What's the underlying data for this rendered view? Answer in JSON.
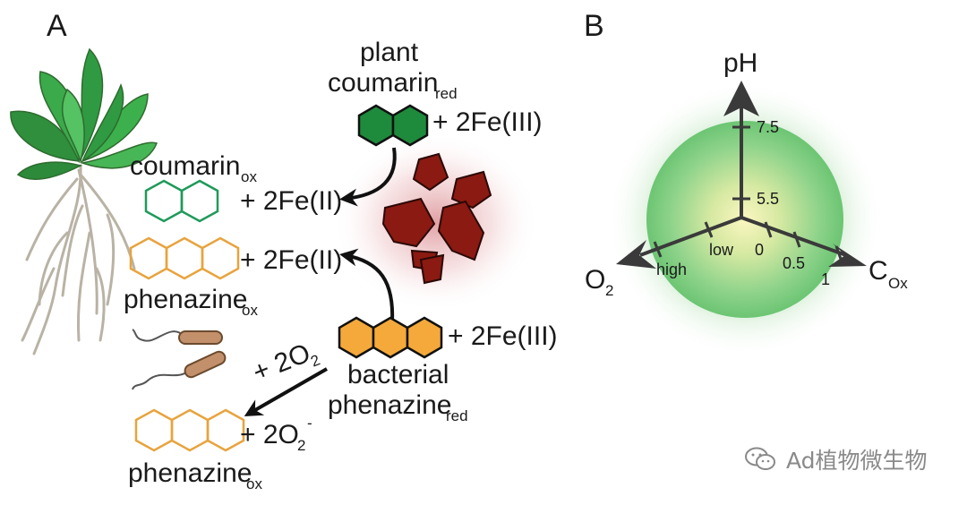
{
  "panel_a": {
    "label": "A",
    "plant_coumarin_line1": "plant",
    "plant_coumarin_base": "coumarin",
    "plant_coumarin_sub": "red",
    "fe3_top": "+ 2Fe(III)",
    "coumarin_ox_base": "coumarin",
    "coumarin_ox_sub": "ox",
    "fe2_top": "+ 2Fe(II)",
    "fe2_mid": "+ 2Fe(II)",
    "phenazine_ox_mid_base": "phenazine",
    "phenazine_ox_mid_sub": "ox",
    "bacterial_line1": "bacterial",
    "bacterial_base": "phenazine",
    "bacterial_sub": "red",
    "fe3_bottom": "+ 2Fe(III)",
    "o2_reactant_base": "+ 2O",
    "o2_reactant_sub": "2",
    "superoxide_base": "+ 2O",
    "superoxide_sub": "2",
    "superoxide_sup": "-",
    "phenazine_ox_bottom_base": "phenazine",
    "phenazine_ox_bottom_sub": "ox"
  },
  "panel_b": {
    "label": "B",
    "axis_ph": "pH",
    "axis_o2_base": "O",
    "axis_o2_sub": "2",
    "axis_cox_base": "C",
    "axis_cox_sub": "Ox",
    "ph_tick_1": "5.5",
    "ph_tick_2": "7.5",
    "o2_tick_low": "low",
    "o2_tick_high": "high",
    "cox_tick_0": "0",
    "cox_tick_05": "0.5",
    "cox_tick_1": "1"
  },
  "watermark": {
    "text": "Ad植物微生物",
    "icon": "wechat-icon"
  },
  "colors": {
    "coumarin_red_fill": "#1e8a3c",
    "coumarin_ox_stroke": "#1e9a5a",
    "phenazine_fill": "#f4a93a",
    "phenazine_stroke": "#e8a33d",
    "iron_fill": "#8a1a12",
    "leaf_green": "#3aaa4a",
    "sphere_green": "#7ccf7a",
    "axis_dark": "#3a3a3a"
  }
}
